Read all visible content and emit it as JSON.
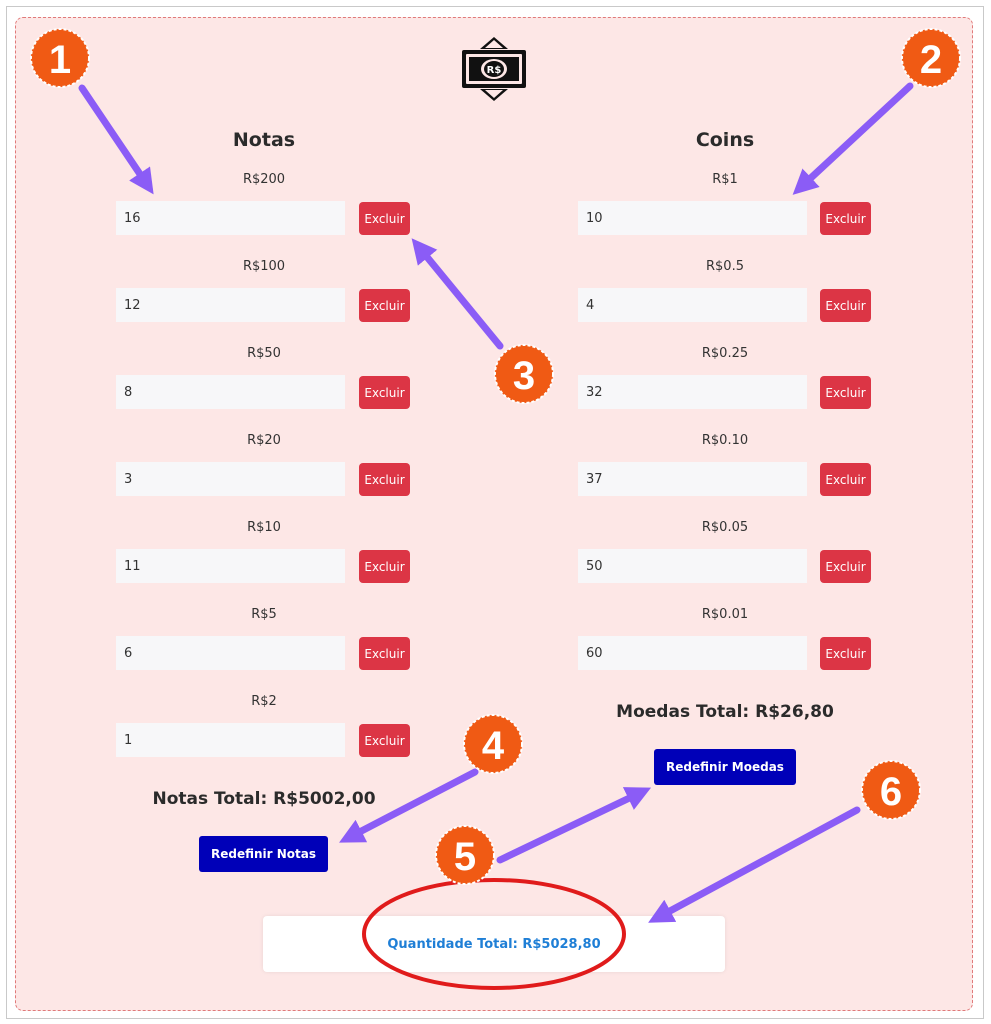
{
  "notes": {
    "title": "Notas",
    "fields": [
      {
        "label": "R$200",
        "value": "16"
      },
      {
        "label": "R$100",
        "value": "12"
      },
      {
        "label": "R$50",
        "value": "8"
      },
      {
        "label": "R$20",
        "value": "3"
      },
      {
        "label": "R$10",
        "value": "11"
      },
      {
        "label": "R$5",
        "value": "6"
      },
      {
        "label": "R$2",
        "value": "1"
      }
    ],
    "delete_label": "Excluir",
    "total": "Notas Total: R$5002,00",
    "reset_label": "Redefinir Notas"
  },
  "coins": {
    "title": "Coins",
    "fields": [
      {
        "label": "R$1",
        "value": "10"
      },
      {
        "label": "R$0.5",
        "value": "4"
      },
      {
        "label": "R$0.25",
        "value": "32"
      },
      {
        "label": "R$0.10",
        "value": "37"
      },
      {
        "label": "R$0.05",
        "value": "50"
      },
      {
        "label": "R$0.01",
        "value": "60"
      }
    ],
    "delete_label": "Excluir",
    "total": "Moedas Total: R$26,80",
    "reset_label": "Redefinir Moedas"
  },
  "grand_total": "Quantidade Total: R$5028,80",
  "logo": {
    "text": "R$",
    "icon": "money-bill-icon"
  },
  "annotations": {
    "badges": [
      "1",
      "2",
      "3",
      "4",
      "5",
      "6"
    ],
    "badge_color": "#f05a14",
    "arrow_color": "#8b5cf6",
    "circle_color": "#e01b1b"
  },
  "colors": {
    "panel_bg": "#fde7e6",
    "delete_button": "#dc3545",
    "reset_button": "#0000b8",
    "grand_total_text": "#1f7fd6"
  }
}
